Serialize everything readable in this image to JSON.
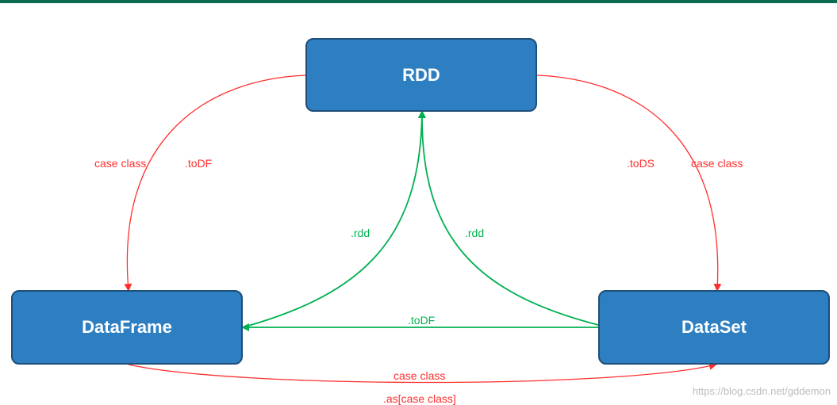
{
  "colors": {
    "top_bar": "#0a6b4f",
    "node_fill": "#2e7fc2",
    "node_border": "#1f4e79",
    "red_arrow": "#ff2f2f",
    "green_arrow": "#00b050"
  },
  "nodes": {
    "rdd": "RDD",
    "dataframe": "DataFrame",
    "dataset": "DataSet"
  },
  "labels": {
    "rdd_to_df_left": "case class",
    "rdd_to_df_right": ".toDF",
    "rdd_to_ds_left": ".toDS",
    "rdd_to_ds_right": "case class",
    "df_to_rdd": ".rdd",
    "ds_to_rdd": ".rdd",
    "ds_to_df": ".toDF",
    "df_to_ds_top": "case class",
    "df_to_ds_bottom": ".as[case class]"
  },
  "watermark": "https://blog.csdn.net/gddemon"
}
